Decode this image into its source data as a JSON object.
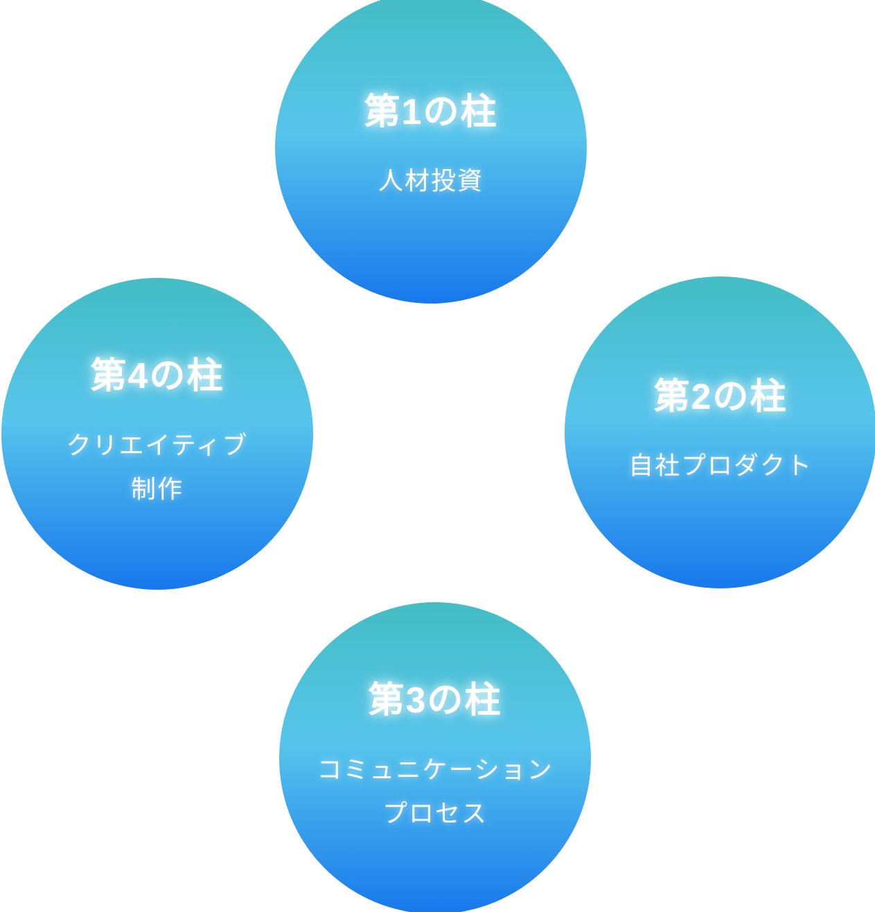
{
  "page": {
    "background": "#ffffff",
    "text_color": "#ffffff"
  },
  "colors": {
    "gradient_top": "#43BDC4",
    "gradient_mid": "#57C5EC",
    "gradient_bottom": "#1778EC"
  },
  "circles": [
    {
      "id": "pillar-1",
      "position": "top",
      "title": "第1の柱",
      "subtitle_lines": [
        "人材投資"
      ]
    },
    {
      "id": "pillar-2",
      "position": "right",
      "title": "第2の柱",
      "subtitle_lines": [
        "自社プロダクト"
      ]
    },
    {
      "id": "pillar-3",
      "position": "bottom",
      "title": "第3の柱",
      "subtitle_lines": [
        "コミュニケーション",
        "プロセス"
      ]
    },
    {
      "id": "pillar-4",
      "position": "left",
      "title": "第4の柱",
      "subtitle_lines": [
        "クリエイティブ",
        "制作"
      ]
    }
  ]
}
